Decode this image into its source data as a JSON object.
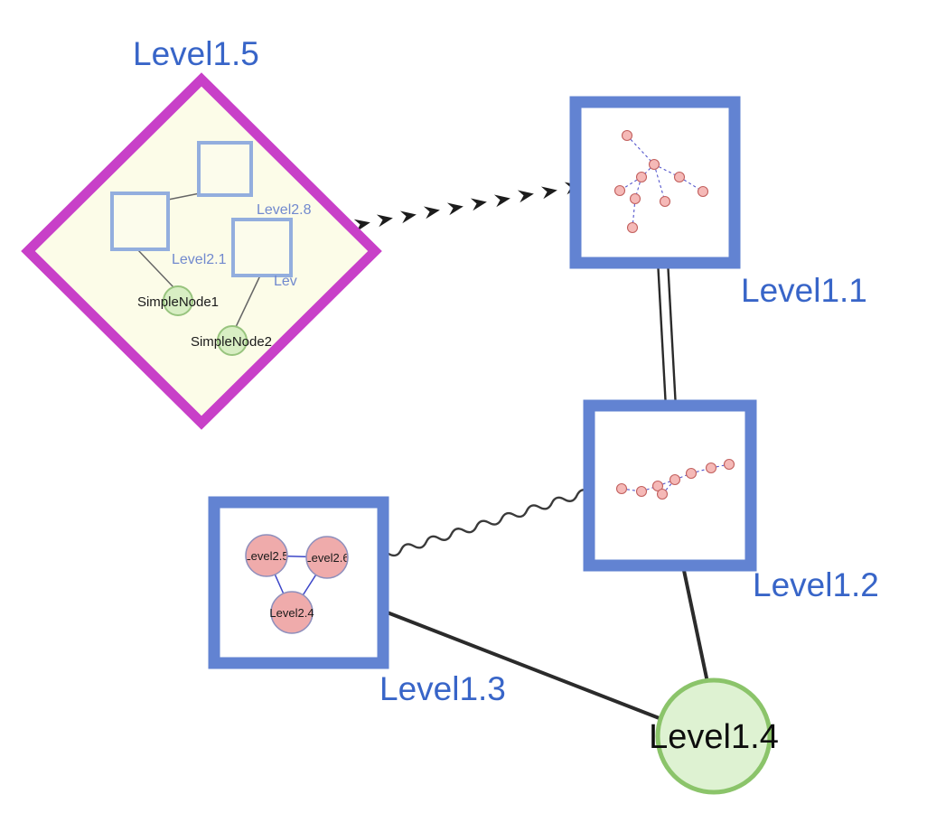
{
  "graph": {
    "nodes": {
      "level1_5": {
        "label": "Level1.5",
        "shape": "diamond-group"
      },
      "level1_1": {
        "label": "Level1.1",
        "shape": "square-group"
      },
      "level1_2": {
        "label": "Level1.2",
        "shape": "square-group"
      },
      "level1_3": {
        "label": "Level1.3",
        "shape": "square-group"
      },
      "level1_4": {
        "label": "Level1.4",
        "shape": "circle"
      },
      "level2_8": {
        "label": "Level2.8",
        "parent": "level1_5"
      },
      "level2_1": {
        "label": "Level2.1",
        "parent": "level1_5"
      },
      "level2_x": {
        "label": "Lev",
        "parent": "level1_5"
      },
      "simple_node_1": {
        "label": "SimpleNode1",
        "parent": "level1_5"
      },
      "simple_node_2": {
        "label": "SimpleNode2",
        "parent": "level1_5"
      },
      "level2_5": {
        "label": "Level2.5",
        "parent": "level1_3"
      },
      "level2_6": {
        "label": "Level2.6",
        "parent": "level1_3"
      },
      "level2_4": {
        "label": "Level2.4",
        "parent": "level1_3"
      }
    },
    "edges": [
      {
        "from": "Level1.5",
        "to": "Level1.1",
        "style": "dashed-arrow-chain"
      },
      {
        "from": "Level1.1",
        "to": "Level1.2",
        "style": "double-line"
      },
      {
        "from": "Level1.3",
        "to": "Level1.2",
        "style": "wavy"
      },
      {
        "from": "Level1.3",
        "to": "Level1.4",
        "style": "solid"
      },
      {
        "from": "Level1.2",
        "to": "Level1.4",
        "style": "solid"
      }
    ],
    "colors": {
      "label_blue": "#3865c8",
      "small_label_blue": "#7189ce",
      "diamond_stroke": "#c840c8",
      "diamond_fill": "#fcfce8",
      "group_square_stroke": "#6283d2",
      "inner_square_stroke": "#93aede",
      "green_node_fill": "#d8eec3",
      "green_node_stroke": "#98c47e",
      "level1_4_fill": "#def2d2",
      "level1_4_stroke": "#8bc46a",
      "pink_node_fill": "#f5b9b7",
      "pink_node_stroke": "#c2605e",
      "mini_edge_blue": "#5456cc",
      "edge_black": "#2b2b2b"
    }
  }
}
